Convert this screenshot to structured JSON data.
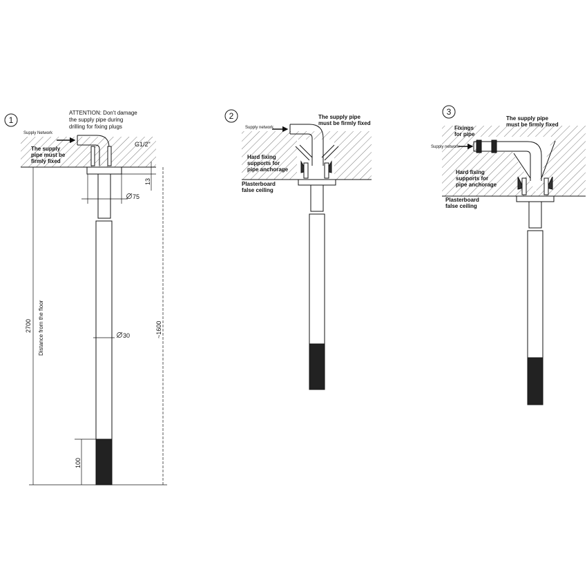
{
  "steps": [
    {
      "number": "1",
      "attention": [
        "ATTENTION: Don't damage",
        "the supply pipe during",
        "drilling for fixing plugs"
      ],
      "supply_network": "Supply Network",
      "firmly_fixed": [
        "The supply",
        "pipe must be",
        "firmly fixed"
      ],
      "thread": "G1/2\"",
      "dim_flange_height": "13",
      "dim_flange_diameter": "75",
      "dim_pipe_diameter": "30",
      "dim_total_height": "2700",
      "distance_label": "Distance from the floor",
      "dim_length": "~1600",
      "dim_tip": "100"
    },
    {
      "number": "2",
      "supply_network": "Supply network",
      "firmly_fixed": [
        "The supply pipe",
        "must be firmly fixed"
      ],
      "hard_fixing": [
        "Hard fixing",
        "supports for",
        "pipe anchorage"
      ],
      "plasterboard": [
        "Plasterboard",
        "false ceiling"
      ]
    },
    {
      "number": "3",
      "supply_network": "Supply network",
      "fixings": [
        "Fixings",
        "for pipe"
      ],
      "firmly_fixed": [
        "The supply pipe",
        "must be firmly fixed"
      ],
      "hard_fixing": [
        "Hard fixing",
        "supports for",
        "pipe anchorage"
      ],
      "plasterboard": [
        "Plasterboard",
        "false ceiling"
      ]
    }
  ]
}
